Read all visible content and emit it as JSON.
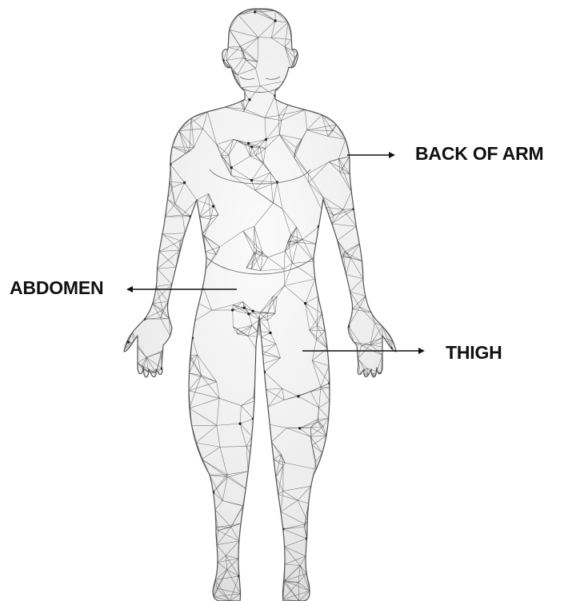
{
  "labels": {
    "back_of_arm": "BACK OF ARM",
    "abdomen": "ABDOMEN",
    "thigh": "THIGH"
  },
  "colors": {
    "background": "#ffffff",
    "text": "#111111",
    "arrow": "#111111",
    "mesh_line": "#3a3a3a",
    "body_fill": "#eeeeee"
  },
  "icons": [
    "human-body-wireframe-figure",
    "arrow-right-icon",
    "arrow-left-icon"
  ]
}
